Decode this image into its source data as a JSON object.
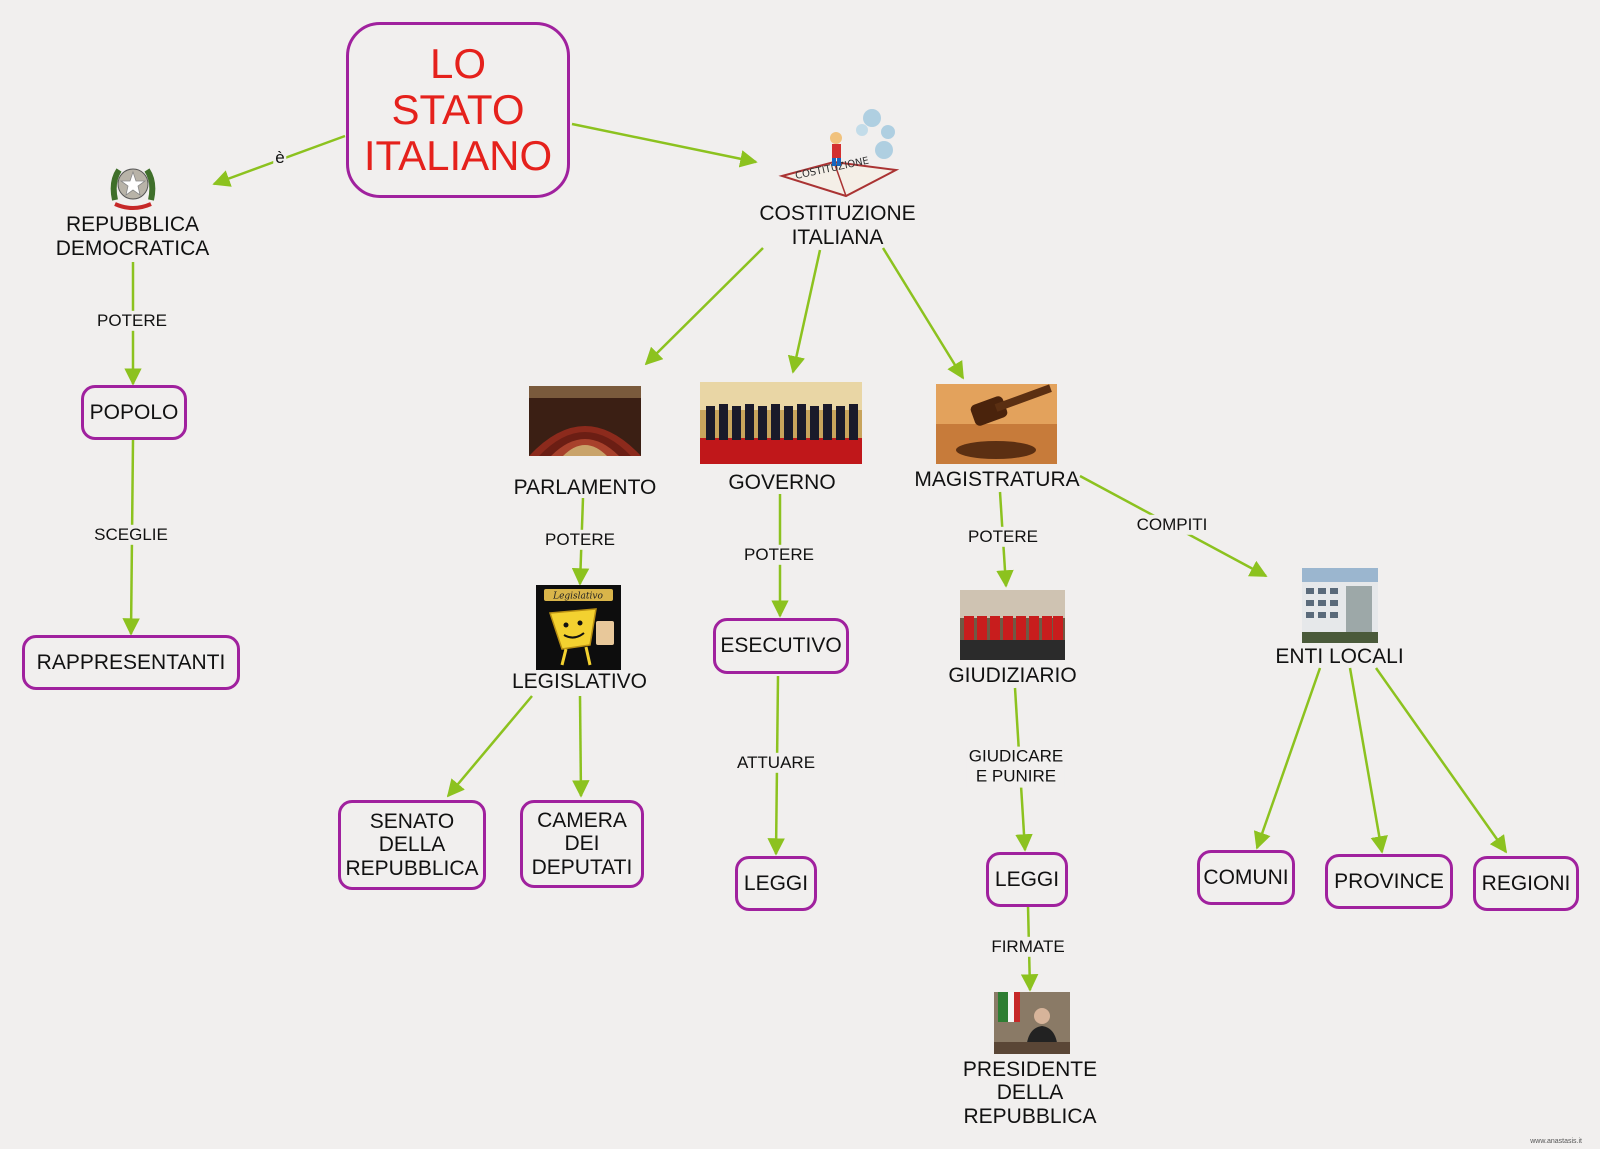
{
  "title": "LO\nSTATO\nITALIANO",
  "nodes": {
    "repubblica": "REPUBBLICA\nDEMOCRATICA",
    "popolo": "POPOLO",
    "rappresentanti": "RAPPRESENTANTI",
    "costituzione": "COSTITUZIONE\nITALIANA",
    "costituzione_book_text": "COSTITUZIONE",
    "parlamento": "PARLAMENTO",
    "governo": "GOVERNO",
    "magistratura": "MAGISTRATURA",
    "legislativo": "LEGISLATIVO",
    "legislativo_image_text": "Legislativo",
    "esecutivo": "ESECUTIVO",
    "giudiziario": "GIUDIZIARIO",
    "enti_locali": "ENTI LOCALI",
    "senato": "SENATO\nDELLA\nREPUBBLICA",
    "camera": "CAMERA\nDEI\nDEPUTATI",
    "leggi_esecutivo": "LEGGI",
    "leggi_giudiziario": "LEGGI",
    "presidente": "PRESIDENTE\nDELLA\nREPUBBLICA",
    "comuni": "COMUNI",
    "province": "PROVINCE",
    "regioni": "REGIONI"
  },
  "link_labels": {
    "e": "è",
    "potere_popolo": "POTERE",
    "sceglie": "SCEGLIE",
    "potere_legislativo": "POTERE",
    "potere_esecutivo": "POTERE",
    "potere_giudiziario": "POTERE",
    "compiti": "COMPITI",
    "attuare": "ATTUARE",
    "giudicare": "GIUDICARE\nE PUNIRE",
    "firmate": "FIRMATE"
  },
  "footer": "www.anastasis.it",
  "colors": {
    "node_border": "#a0219e",
    "title_text": "#e5211c",
    "arrow": "#8cc21f",
    "background": "#f1efee"
  },
  "icons": [
    "emblem-icon",
    "constitution-book-icon",
    "parliament-photo",
    "government-photo",
    "gavel-icon",
    "legislativo-cartoon",
    "judges-photo",
    "building-photo",
    "president-photo"
  ]
}
